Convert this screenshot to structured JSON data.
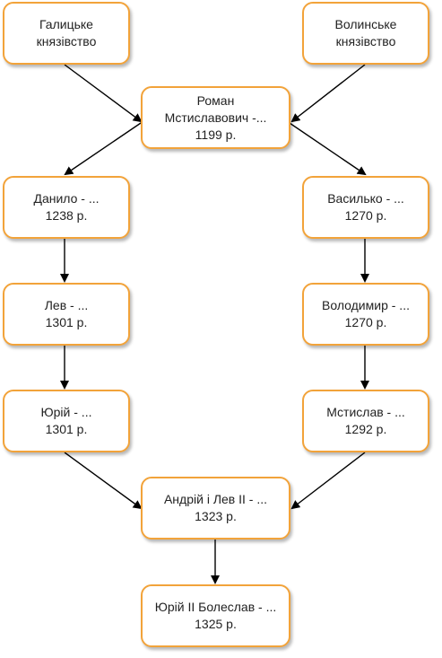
{
  "diagram": {
    "nodes": [
      {
        "id": "galician",
        "lines": [
          "Галицьке",
          "князівство"
        ]
      },
      {
        "id": "volhynian",
        "lines": [
          "Волинське",
          "князівство"
        ]
      },
      {
        "id": "roman",
        "lines": [
          "Роман",
          "Мстиславович -...",
          "1199 р."
        ]
      },
      {
        "id": "danylo",
        "lines": [
          "Данило - ...",
          "1238 р."
        ]
      },
      {
        "id": "vasylko",
        "lines": [
          "Василько - ...",
          "1270 р."
        ]
      },
      {
        "id": "lev",
        "lines": [
          "Лев - ...",
          "1301 р."
        ]
      },
      {
        "id": "volodymyr",
        "lines": [
          "Володимир - ...",
          "1270 р."
        ]
      },
      {
        "id": "yuriy",
        "lines": [
          "Юрій - ...",
          "1301 р."
        ]
      },
      {
        "id": "mstyslav",
        "lines": [
          "Мстислав - ...",
          "1292 р."
        ]
      },
      {
        "id": "andriy",
        "lines": [
          "Андрій і Лев ІІ - ...",
          "1323 р."
        ]
      },
      {
        "id": "yuriy2",
        "lines": [
          "Юрій ІІ Болеслав - ...",
          "1325 р."
        ]
      }
    ],
    "edges": [
      {
        "from": "galician",
        "to": "roman"
      },
      {
        "from": "volhynian",
        "to": "roman"
      },
      {
        "from": "roman",
        "to": "danylo"
      },
      {
        "from": "roman",
        "to": "vasylko"
      },
      {
        "from": "danylo",
        "to": "lev"
      },
      {
        "from": "lev",
        "to": "yuriy"
      },
      {
        "from": "vasylko",
        "to": "volodymyr"
      },
      {
        "from": "volodymyr",
        "to": "mstyslav"
      },
      {
        "from": "yuriy",
        "to": "andriy"
      },
      {
        "from": "mstyslav",
        "to": "andriy"
      },
      {
        "from": "andriy",
        "to": "yuriy2"
      }
    ],
    "colors": {
      "node_border": "#f2a33a",
      "arrow": "#000000",
      "text": "#222222"
    }
  }
}
